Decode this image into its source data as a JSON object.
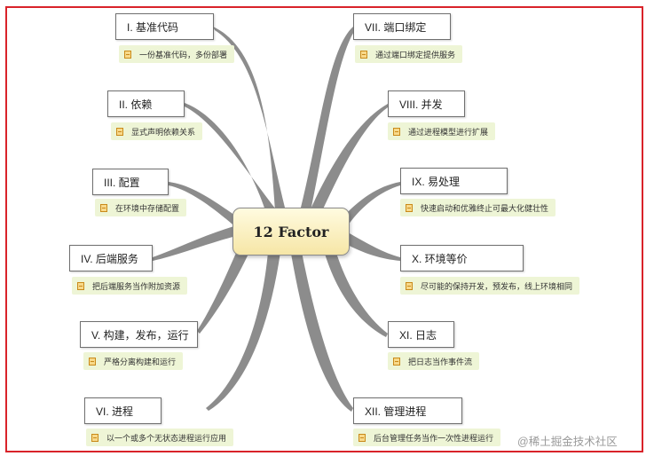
{
  "center": {
    "title": "12 Factor"
  },
  "factors": [
    {
      "label": "I. 基准代码",
      "note": "一份基准代码，多份部署"
    },
    {
      "label": "II. 依赖",
      "note": "显式声明依赖关系"
    },
    {
      "label": "III. 配置",
      "note": "在环境中存储配置"
    },
    {
      "label": "IV. 后端服务",
      "note": "把后端服务当作附加资源"
    },
    {
      "label": "V. 构建，发布，运行",
      "note": "严格分离构建和运行"
    },
    {
      "label": "VI. 进程",
      "note": "以一个或多个无状态进程运行应用"
    },
    {
      "label": "VII. 端口绑定",
      "note": "通过端口绑定提供服务"
    },
    {
      "label": "VIII. 并发",
      "note": "通过进程模型进行扩展"
    },
    {
      "label": "IX. 易处理",
      "note": "快速启动和优雅终止可最大化健壮性"
    },
    {
      "label": "X. 环境等价",
      "note": "尽可能的保持开发，预发布，线上环境相同"
    },
    {
      "label": "XI. 日志",
      "note": "把日志当作事件流"
    },
    {
      "label": "XII. 管理进程",
      "note": "后台管理任务当作一次性进程运行"
    }
  ],
  "watermark": "@稀土掘金技术社区",
  "colors": {
    "frame": "#d9232a",
    "branch": "#8c8c8c",
    "note_bg": "#eef5d6",
    "center_fill": "#f6e6a6"
  }
}
